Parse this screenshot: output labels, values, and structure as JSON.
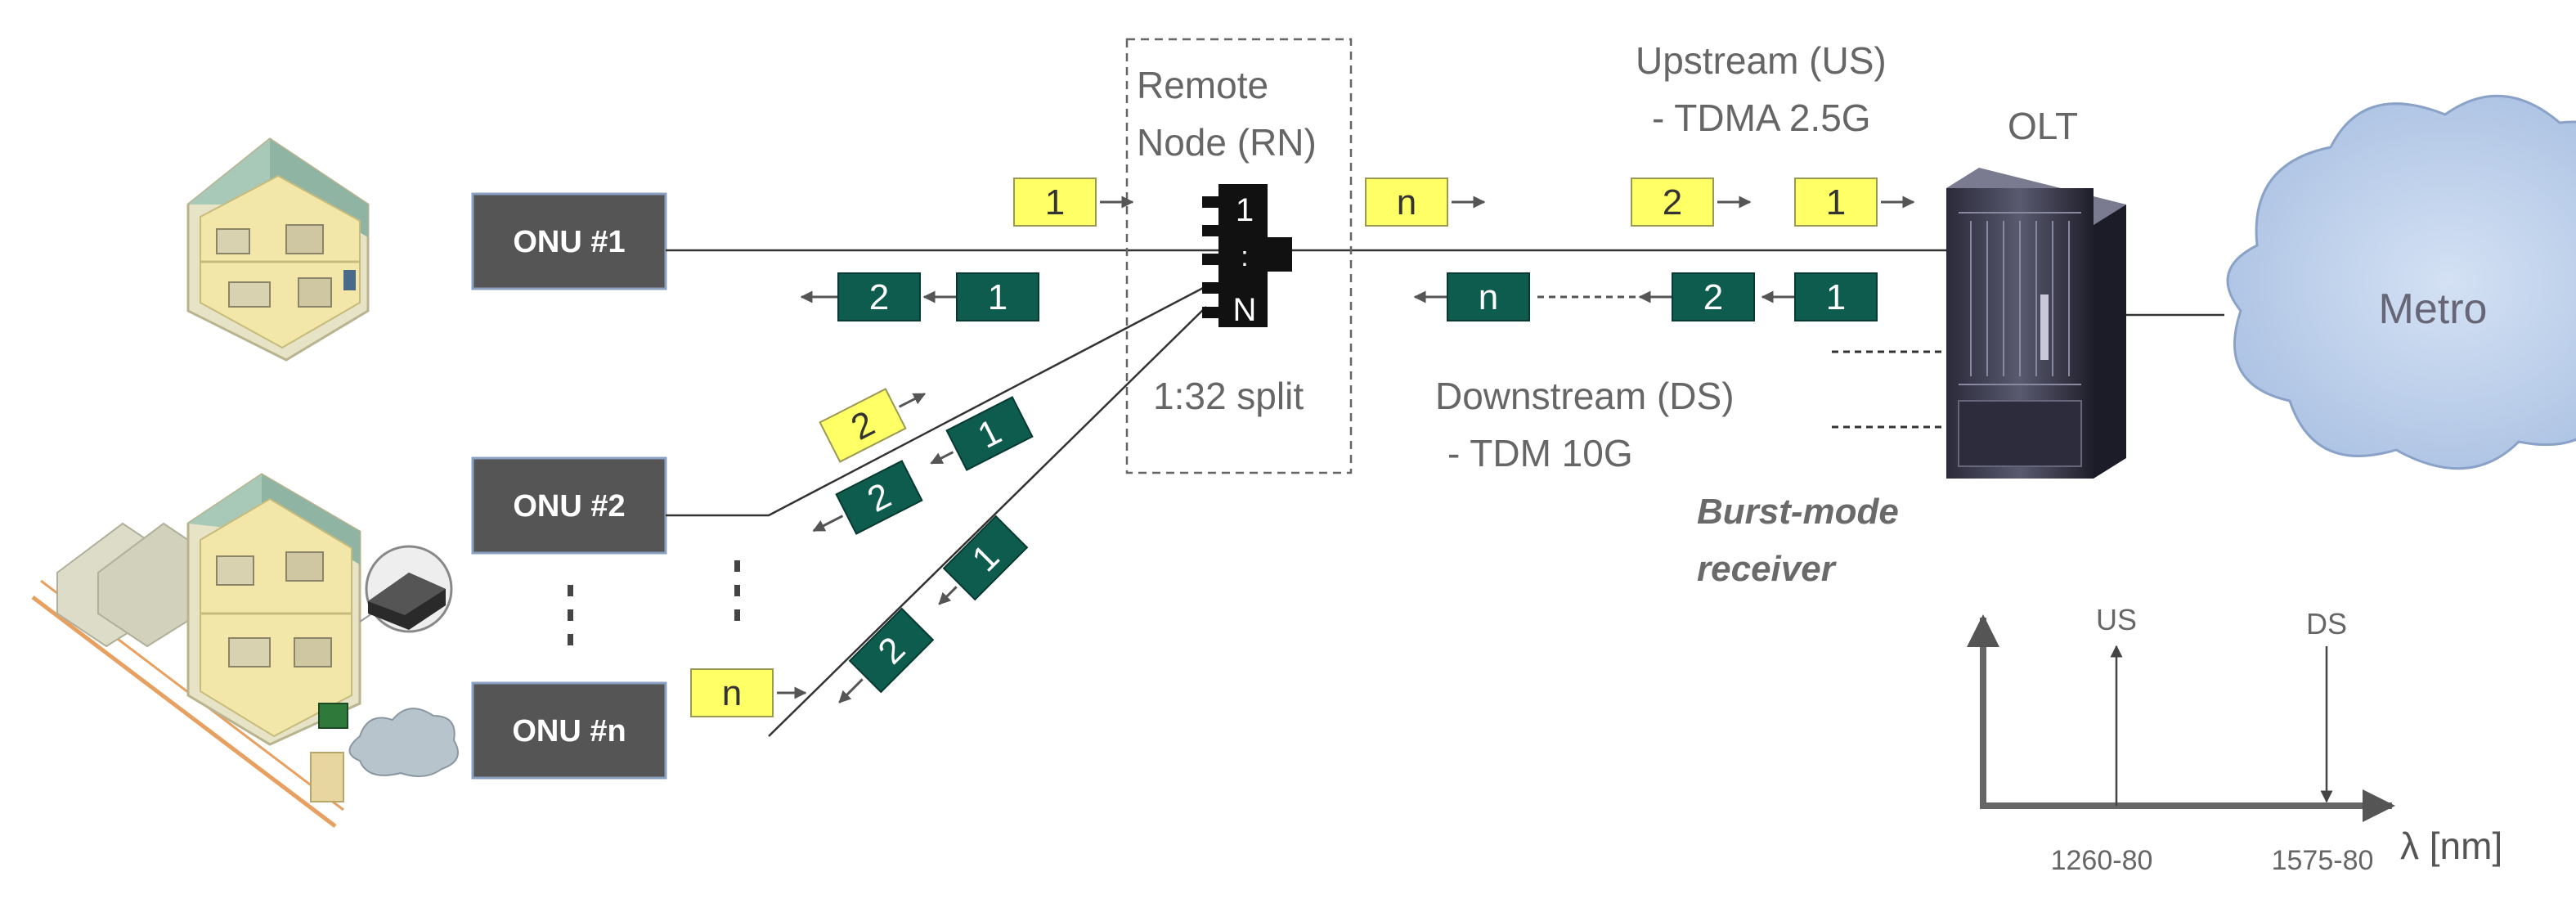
{
  "onus": [
    {
      "label": "ONU #1"
    },
    {
      "label": "ONU #2"
    },
    {
      "label": "ONU #n"
    }
  ],
  "remote_node": {
    "title_line1": "Remote",
    "title_line2": "Node (RN)",
    "port_top": "1",
    "port_mid": ":",
    "port_bottom": "N",
    "split": "1:32 split"
  },
  "upstream": {
    "line1": "Upstream (US)",
    "line2": "- TDMA 2.5G"
  },
  "downstream": {
    "line1": "Downstream (DS)",
    "line2": "- TDM 10G"
  },
  "olt": {
    "label": "OLT"
  },
  "metro": {
    "label": "Metro"
  },
  "burst": {
    "line1": "Burst-mode",
    "line2": "receiver"
  },
  "packets": {
    "up_onu1": "1",
    "up_feeder_n": "n",
    "up_feeder_2": "2",
    "up_feeder_1": "1",
    "down_onu1_2": "2",
    "down_onu1_1": "1",
    "down_feeder_n": "n",
    "down_feeder_2": "2",
    "down_feeder_1": "1",
    "up_onu2": "2",
    "up_onun": "n",
    "branch2_1": "1",
    "branch2_2": "2",
    "branchn_1": "1",
    "branchn_2": "2"
  },
  "spectrum": {
    "us_label": "US",
    "ds_label": "DS",
    "us_range": "1260-80",
    "ds_range": "1575-80",
    "axis_label": "λ [nm]"
  },
  "colors": {
    "upstream_packet": "#ffff66",
    "downstream_packet": "#0d5c4e",
    "onu_box": "#555555",
    "cloud": "#c2d4ee"
  }
}
